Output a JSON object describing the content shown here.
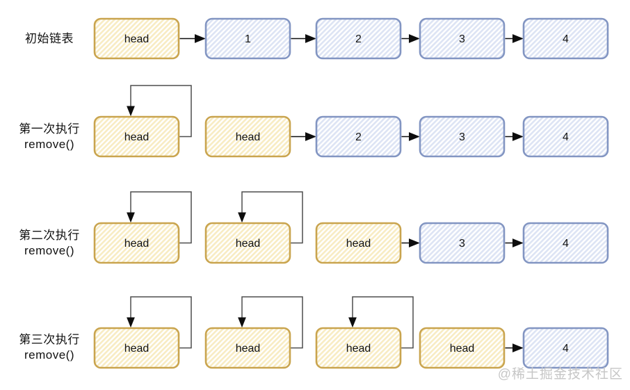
{
  "diagram": {
    "title": "linked-list remove() steps",
    "rows": [
      {
        "label_line1": "初始链表",
        "label_line2": "",
        "nodes": [
          {
            "text": "head",
            "kind": "head"
          },
          {
            "text": "1",
            "kind": "item"
          },
          {
            "text": "2",
            "kind": "item"
          },
          {
            "text": "3",
            "kind": "item"
          },
          {
            "text": "4",
            "kind": "item"
          }
        ],
        "arrows": [
          [
            0,
            1
          ],
          [
            1,
            2
          ],
          [
            2,
            3
          ],
          [
            3,
            4
          ]
        ],
        "loops": []
      },
      {
        "label_line1": "第一次执行",
        "label_line2": "remove()",
        "nodes": [
          {
            "text": "head",
            "kind": "head"
          },
          {
            "text": "head",
            "kind": "head"
          },
          {
            "text": "2",
            "kind": "item"
          },
          {
            "text": "3",
            "kind": "item"
          },
          {
            "text": "4",
            "kind": "item"
          }
        ],
        "arrows": [
          [
            1,
            2
          ],
          [
            2,
            3
          ],
          [
            3,
            4
          ]
        ],
        "loops": [
          0
        ]
      },
      {
        "label_line1": "第二次执行",
        "label_line2": "remove()",
        "nodes": [
          {
            "text": "head",
            "kind": "head"
          },
          {
            "text": "head",
            "kind": "head"
          },
          {
            "text": "head",
            "kind": "head"
          },
          {
            "text": "3",
            "kind": "item"
          },
          {
            "text": "4",
            "kind": "item"
          }
        ],
        "arrows": [
          [
            2,
            3
          ],
          [
            3,
            4
          ]
        ],
        "loops": [
          0,
          1
        ]
      },
      {
        "label_line1": "第三次执行",
        "label_line2": "remove()",
        "nodes": [
          {
            "text": "head",
            "kind": "head"
          },
          {
            "text": "head",
            "kind": "head"
          },
          {
            "text": "head",
            "kind": "head"
          },
          {
            "text": "head",
            "kind": "head"
          },
          {
            "text": "4",
            "kind": "item"
          }
        ],
        "arrows": [
          [
            3,
            4
          ]
        ],
        "loops": [
          0,
          1,
          2
        ]
      }
    ]
  },
  "watermark": {
    "text": "@稀土掘金技术社区"
  },
  "colors": {
    "head_border": "#c9a44e",
    "head_stripe": "#f8ecc3",
    "item_border": "#8295c2",
    "item_stripe": "#dde4f4",
    "arrow": "#0d0d0d",
    "loop_line": "#4d4d4d",
    "node_text": "#111111",
    "label_text": "#111111",
    "watermark": "#c6c6c6",
    "background": "#ffffff"
  }
}
